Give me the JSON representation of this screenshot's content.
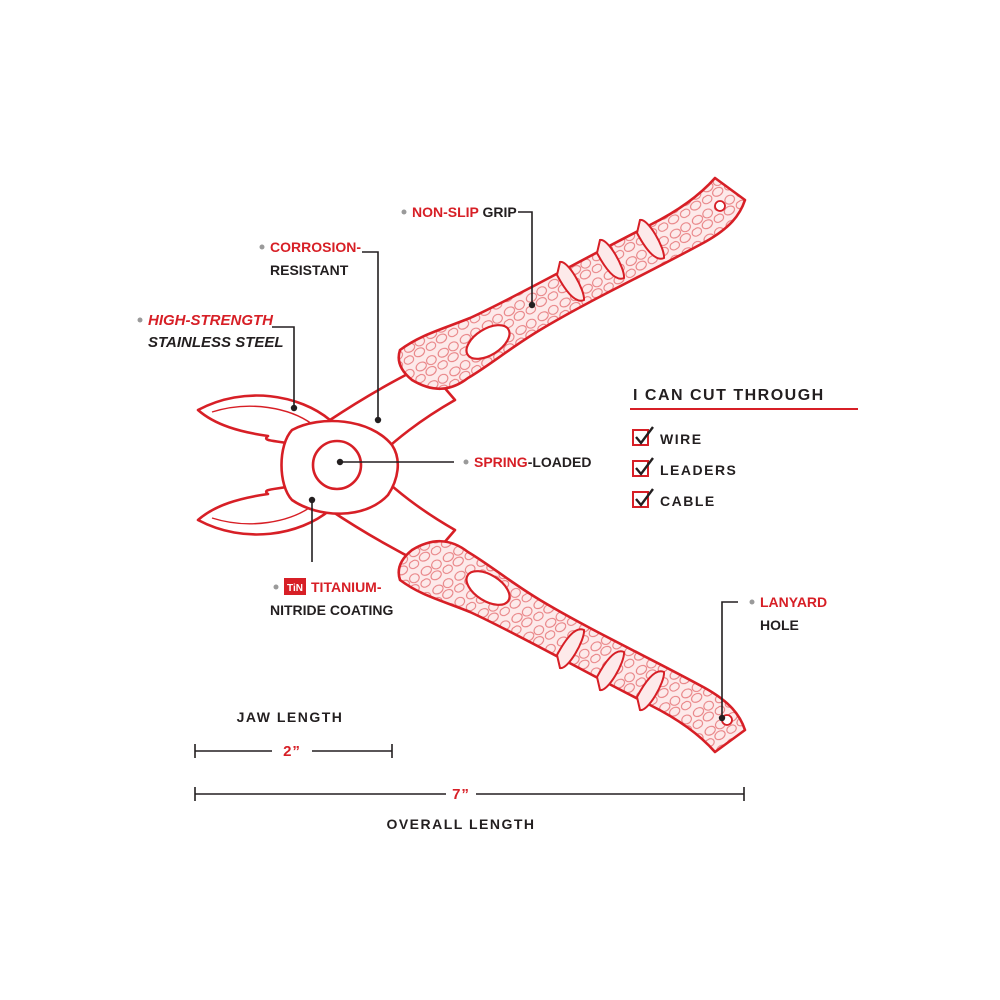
{
  "callouts": {
    "grip": {
      "accent": "NON-SLIP",
      "rest": " GRIP"
    },
    "corrosion": {
      "line1": "CORROSION-",
      "line2": "RESISTANT"
    },
    "steel": {
      "line1": "HIGH-STRENGTH",
      "line2a": "STAINLESS",
      "line2b": " STEEL"
    },
    "spring": {
      "accent": "SPRING",
      "rest": "-LOADED"
    },
    "coating": {
      "badge": "TiN",
      "line1": "TITANIUM-",
      "line2": "NITRIDE COATING"
    },
    "lanyard": {
      "line1": "LANYARD",
      "line2": "HOLE"
    }
  },
  "cut_list": {
    "heading": "I CAN CUT THROUGH",
    "items": [
      "WIRE",
      "LEADERS",
      "CABLE"
    ]
  },
  "dimensions": {
    "jaw_label": "JAW LENGTH",
    "jaw_value": "2”",
    "overall_value": "7”",
    "overall_label": "OVERALL LENGTH"
  },
  "icons": {
    "check": "checkmark-icon",
    "badge": "tin-badge-icon",
    "tool": "pliers-illustration"
  },
  "colors": {
    "accent": "#d71f26",
    "text": "#231f20",
    "grip_fill": "#fdeaea",
    "bullet": "#9a9a9a"
  }
}
